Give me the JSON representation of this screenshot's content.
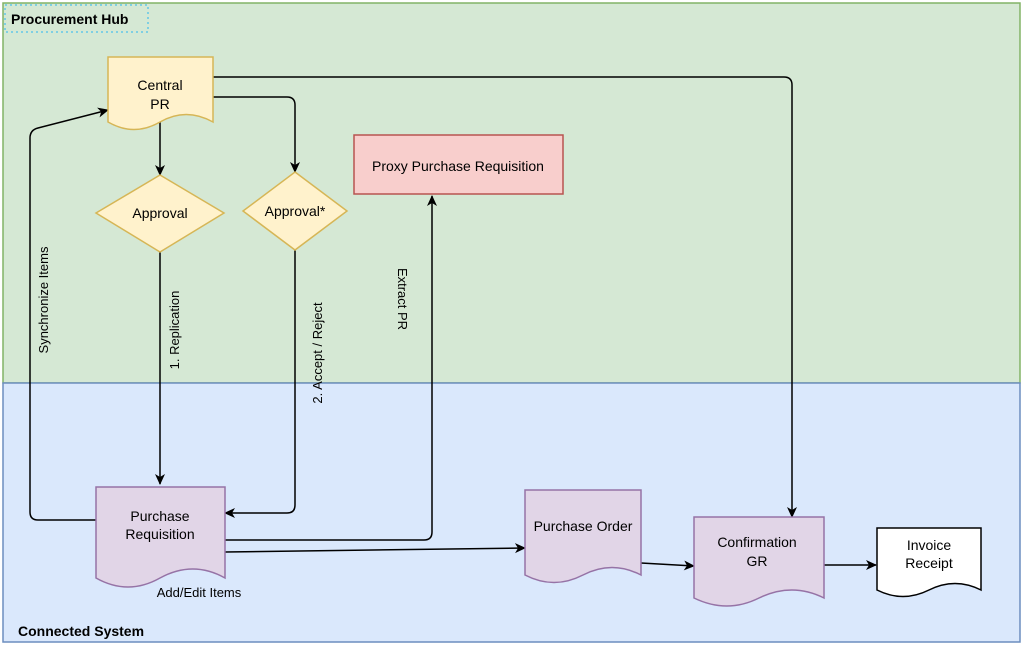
{
  "swimlanes": {
    "top": {
      "title": "Procurement Hub",
      "fill": "#d5e8d4",
      "stroke": "#82b366"
    },
    "bottom": {
      "title": "Connected System",
      "fill": "#dae8fc",
      "stroke": "#6c8ebf"
    }
  },
  "nodes": {
    "central_pr": {
      "line1": "Central",
      "line2": "PR"
    },
    "approval": {
      "label": "Approval"
    },
    "approval_star": {
      "label": "Approval*"
    },
    "proxy_pr": {
      "label": "Proxy Purchase Requisition"
    },
    "purchase_req": {
      "line1": "Purchase",
      "line2": "Requisition"
    },
    "purchase_order": {
      "label": "Purchase Order"
    },
    "confirmation": {
      "line1": "Confirmation",
      "line2": "GR"
    },
    "invoice": {
      "line1": "Invoice",
      "line2": "Receipt"
    }
  },
  "edge_labels": {
    "synchronize": "Synchronize Items",
    "replication": "1. Replication",
    "accept_reject": "2. Accept / Reject",
    "extract": "Extract PR",
    "add_edit": "Add/Edit Items"
  },
  "colors": {
    "doc_yellow_fill": "#fff2cc",
    "doc_yellow_stroke": "#d6b656",
    "doc_purple_fill": "#e1d5e7",
    "doc_purple_stroke": "#9673a6",
    "proxy_fill": "#f8cecc",
    "proxy_stroke": "#b85450",
    "invoice_fill": "#ffffff",
    "invoice_stroke": "#000000"
  }
}
